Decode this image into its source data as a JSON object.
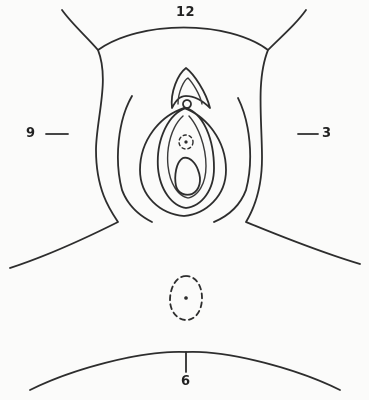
{
  "diagram": {
    "clock_labels": {
      "top": "12",
      "right": "3",
      "bottom": "6",
      "left": "9"
    }
  },
  "colors": {
    "ink": "#2d2d2d",
    "paper": "#fbfbfa"
  }
}
